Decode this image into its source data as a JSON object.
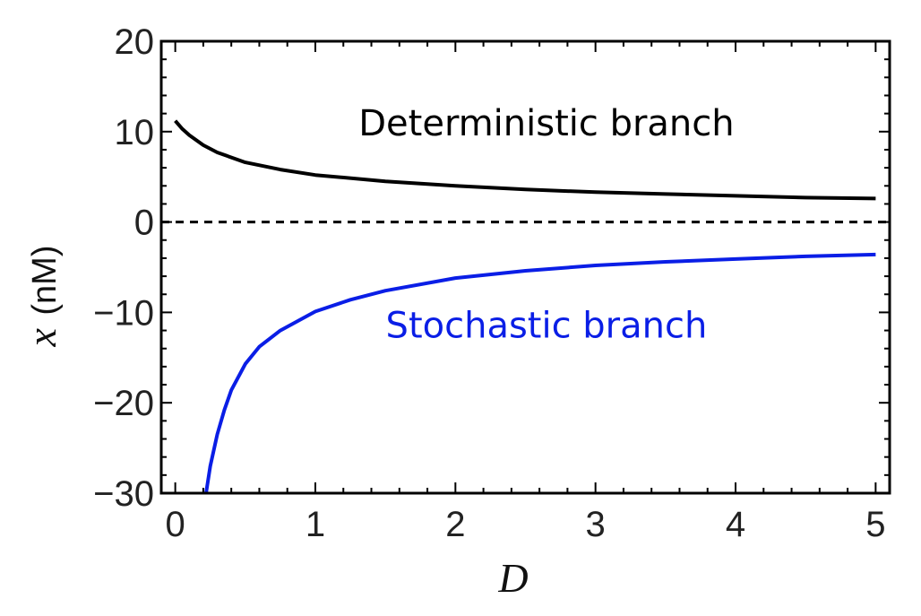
{
  "chart_data": {
    "type": "line",
    "xlabel": "D",
    "ylabel": {
      "variable": "x",
      "unit": "(nM)"
    },
    "xlim": [
      -0.1,
      5.1
    ],
    "ylim": [
      -30,
      20
    ],
    "xticks": [
      "0",
      "1",
      "2",
      "3",
      "4",
      "5"
    ],
    "xtick_values": [
      0,
      1,
      2,
      3,
      4,
      5
    ],
    "yticks": [
      "20",
      "10",
      "0",
      "−10",
      "−20",
      "−30"
    ],
    "ytick_values": [
      20,
      10,
      0,
      -10,
      -20,
      -30
    ],
    "grid": false,
    "series": [
      {
        "name": "Deterministic branch",
        "color": "#000000",
        "style": "solid",
        "x": [
          0.0,
          0.05,
          0.1,
          0.2,
          0.3,
          0.5,
          0.75,
          1.0,
          1.5,
          2.0,
          2.5,
          3.0,
          3.5,
          4.0,
          4.5,
          5.0
        ],
        "y": [
          11.2,
          10.3,
          9.6,
          8.5,
          7.7,
          6.6,
          5.8,
          5.2,
          4.5,
          4.0,
          3.6,
          3.3,
          3.1,
          2.9,
          2.7,
          2.6
        ]
      },
      {
        "name": "Stochastic branch",
        "color": "#0a1ee6",
        "style": "solid",
        "x": [
          0.22,
          0.25,
          0.3,
          0.35,
          0.4,
          0.5,
          0.6,
          0.75,
          1.0,
          1.25,
          1.5,
          2.0,
          2.5,
          3.0,
          3.5,
          4.0,
          4.5,
          5.0
        ],
        "y": [
          -30.0,
          -27.0,
          -23.5,
          -20.8,
          -18.6,
          -15.7,
          -13.8,
          -12.0,
          -9.9,
          -8.6,
          -7.6,
          -6.2,
          -5.4,
          -4.8,
          -4.4,
          -4.1,
          -3.8,
          -3.6
        ]
      },
      {
        "name": "",
        "color": "#000000",
        "style": "dashed",
        "x": [
          -0.1,
          5.1
        ],
        "y": [
          0,
          0
        ]
      }
    ],
    "annotations": [
      {
        "text": "Deterministic branch",
        "x": 2.65,
        "y": 9.6,
        "color": "#000000"
      },
      {
        "text": "Stochastic branch",
        "x": 2.65,
        "y": -12.8,
        "color": "#0a1ee6"
      }
    ]
  }
}
